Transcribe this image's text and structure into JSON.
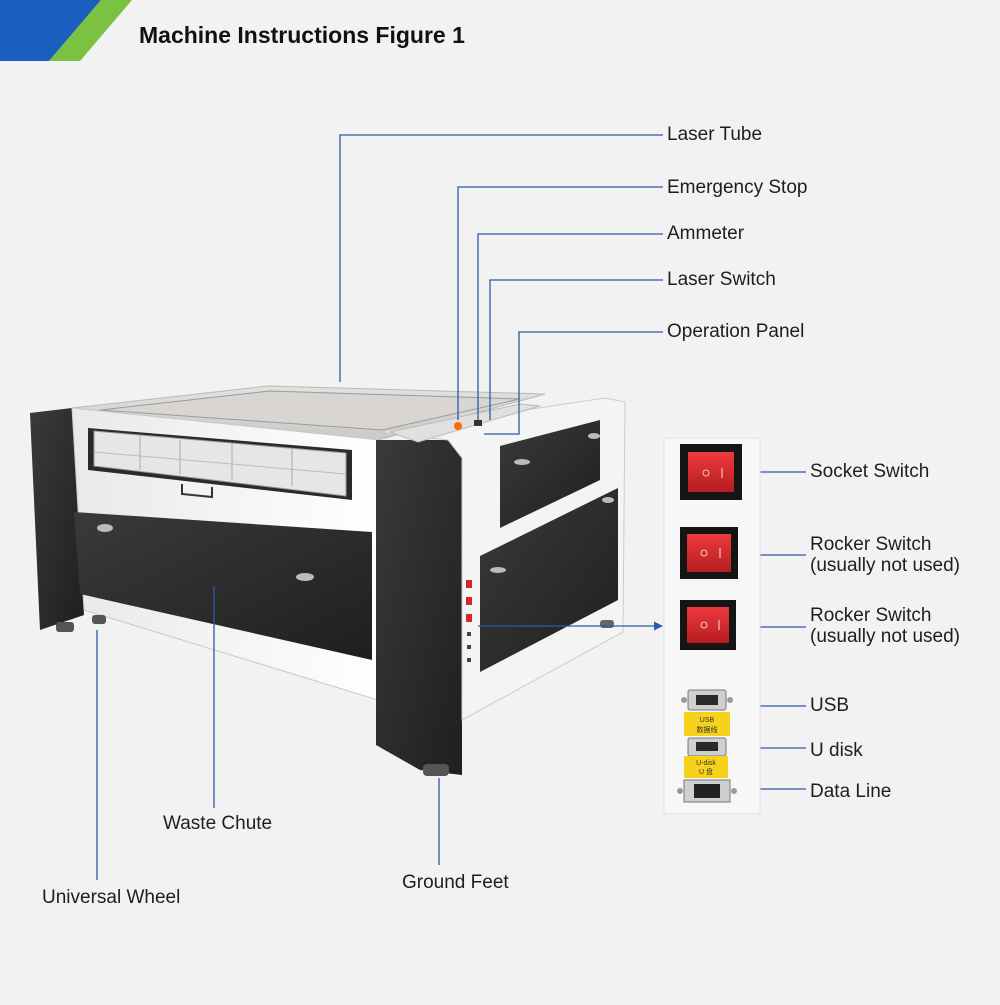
{
  "header": {
    "title": "Machine Instructions Figure 1"
  },
  "colors": {
    "accent_blue": "#1a5fbf",
    "accent_green": "#7cc242",
    "leader_line": "#2b5ba8",
    "switch_red": "#d7262b",
    "label_yellow": "#f6d21c"
  },
  "labels": {
    "laser_tube": "Laser  Tube",
    "emergency_stop": "Emergency Stop",
    "ammeter": "Ammeter",
    "laser_switch": "Laser Switch",
    "operation_panel": "Operation Panel",
    "socket_switch": "Socket Switch",
    "rocker_switch_1": {
      "line1": "Rocker Switch",
      "line2": "(usually not used)"
    },
    "rocker_switch_2": {
      "line1": "Rocker Switch",
      "line2": "(usually not used)"
    },
    "usb": "USB",
    "u_disk": "U disk",
    "data_line": "Data Line",
    "waste_chute": "Waste Chute",
    "universal_wheel": "Universal Wheel",
    "ground_feet": "Ground Feet"
  },
  "port_tags": {
    "usb_line1": "USB",
    "usb_line2": "数据线",
    "udisk_line1": "U-disk",
    "udisk_line2": "U 盘"
  },
  "icons": [
    "corner-stripe-icon",
    "rocker-switch-icon",
    "usb-port-icon",
    "ethernet-port-icon",
    "arrow-right-icon"
  ]
}
